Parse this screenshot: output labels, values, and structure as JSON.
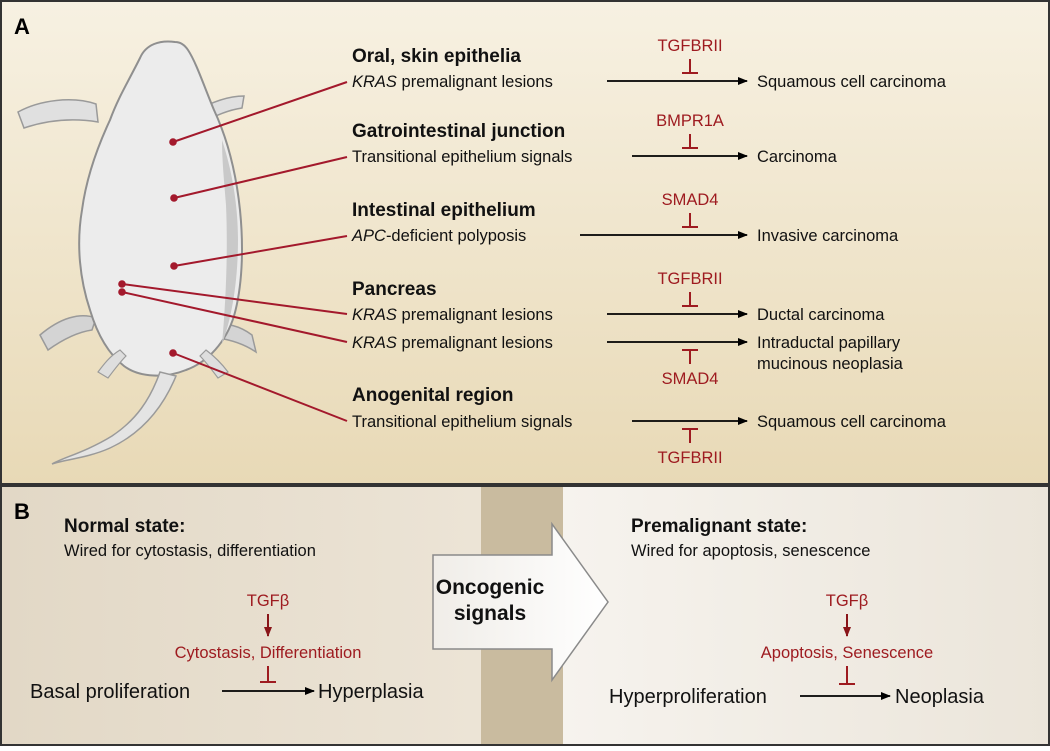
{
  "panel_a": {
    "label": "A",
    "rows": [
      {
        "heading": "Oral, skin epithelia",
        "condition_italic": "KRAS",
        "condition_rest": " premalignant lesions",
        "inhibitor": "TGFBRII",
        "outcome": "Squamous cell carcinoma"
      },
      {
        "heading": "Gatrointestinal junction",
        "condition_italic": "",
        "condition_rest": "Transitional epithelium signals",
        "inhibitor": "BMPR1A",
        "outcome": "Carcinoma"
      },
      {
        "heading": "Intestinal epithelium",
        "condition_italic": "APC",
        "condition_rest": "-deficient polyposis",
        "inhibitor": "SMAD4",
        "outcome": "Invasive carcinoma"
      },
      {
        "heading": "Pancreas",
        "condition_italic": "KRAS",
        "condition_rest": " premalignant lesions",
        "inhibitor": "TGFBRII",
        "outcome": "Ductal carcinoma"
      },
      {
        "heading": "",
        "condition_italic": "KRAS",
        "condition_rest": " premalignant lesions",
        "inhibitor": "SMAD4",
        "outcome_line1": "Intraductal papillary",
        "outcome_line2": "mucinous neoplasia"
      },
      {
        "heading": "Anogenital region",
        "condition_italic": "",
        "condition_rest": "Transitional epithelium signals",
        "inhibitor": "TGFBRII",
        "outcome": "Squamous cell carcinoma"
      }
    ]
  },
  "panel_b": {
    "label": "B",
    "normal": {
      "title": "Normal state:",
      "subtitle": "Wired for cytostasis, differentiation",
      "signal": "TGFβ",
      "response": "Cytostasis, Differentiation",
      "from": "Basal proliferation",
      "to": "Hyperplasia"
    },
    "arrow_label_line1": "Oncogenic",
    "arrow_label_line2": "signals",
    "premalignant": {
      "title": "Premalignant state:",
      "subtitle": "Wired for apoptosis, senescence",
      "signal": "TGFβ",
      "response": "Apoptosis, Senescence",
      "from": "Hyperproliferation",
      "to": "Neoplasia"
    }
  },
  "colors": {
    "inhibitor_red": "#9e1b20",
    "panel_a_bg": "#efe3c6",
    "panel_b_left_bg": "#e6dccb",
    "panel_b_right_bg": "#f3efe7"
  }
}
